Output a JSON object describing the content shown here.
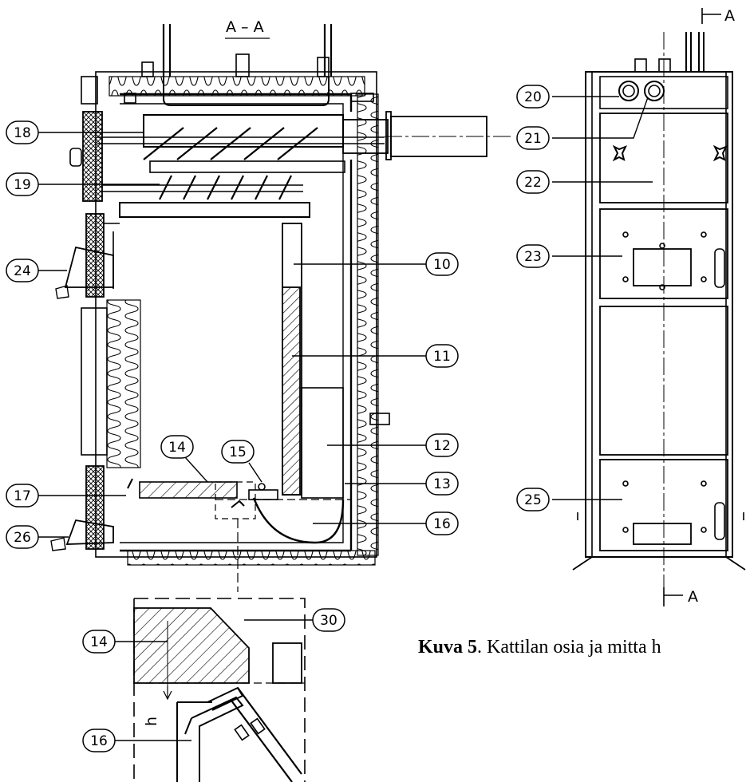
{
  "section_label": "A – A",
  "section_marker": "A",
  "detail_h": "h",
  "caption": {
    "bold": "Kuva 5",
    "text": ". Kattilan osia ja mitta h"
  },
  "callouts": {
    "c10": "10",
    "c11": "11",
    "c12": "12",
    "c13": "13",
    "c14": "14",
    "c15": "15",
    "c16": "16",
    "c17": "17",
    "c18": "18",
    "c19": "19",
    "c20": "20",
    "c21": "21",
    "c22": "22",
    "c23": "23",
    "c24": "24",
    "c25": "25",
    "c26": "26",
    "c30": "30",
    "c14b": "14",
    "c16b": "16"
  }
}
